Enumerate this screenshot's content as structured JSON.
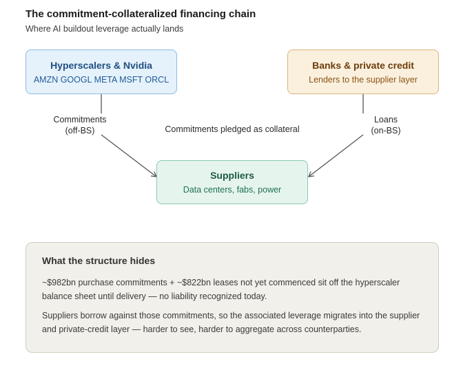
{
  "header": {
    "title": "The commitment-collateralized financing chain",
    "subtitle": "Where AI buildout leverage actually lands"
  },
  "nodes": {
    "hyperscalers": {
      "title": "Hyperscalers & Nvidia",
      "subtitle": "AMZN GOOGL META MSFT ORCL",
      "color": "#e5f1fb"
    },
    "banks": {
      "title": "Banks & private credit",
      "subtitle": "Lenders to the supplier layer",
      "color": "#fbf0de"
    },
    "suppliers": {
      "title": "Suppliers",
      "subtitle": "Data centers, fabs, power",
      "color": "#e5f5ee"
    }
  },
  "edges": {
    "commitments": {
      "line1": "Commitments",
      "line2": "(off-BS)"
    },
    "loans": {
      "line1": "Loans",
      "line2": "(on-BS)"
    },
    "pledged": "Commitments pledged as collateral"
  },
  "callout": {
    "title": "What the structure hides",
    "paragraphs": [
      "~$982bn purchase commitments + ~$822bn leases not yet commenced sit off the hyperscaler balance sheet until delivery — no liability recognized today.",
      "Suppliers borrow against those commitments, so the associated leverage migrates into the supplier and private-credit layer — harder to see, harder to aggregate across counterparties."
    ]
  }
}
